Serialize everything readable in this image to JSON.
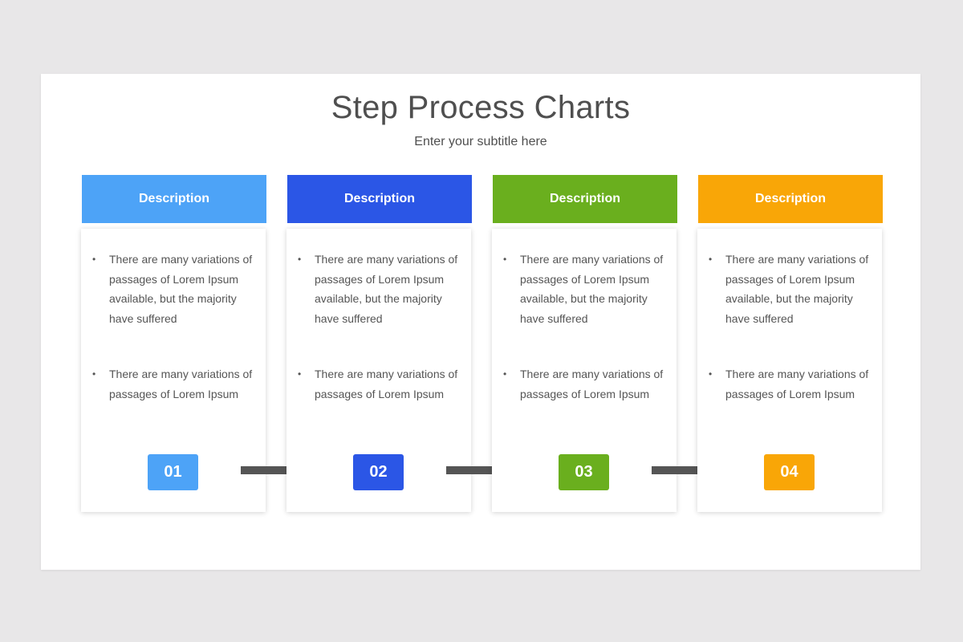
{
  "title": "Step Process Charts",
  "subtitle": "Enter your subtitle here",
  "steps": [
    {
      "header": "Description",
      "color": "#4da3f7",
      "number": "01",
      "bullets": [
        "There are many variations of passages of Lorem Ipsum available,  but the majority have suffered",
        "There are many variations of passages of Lorem Ipsum"
      ]
    },
    {
      "header": "Description",
      "color": "#2b56e6",
      "number": "02",
      "bullets": [
        "There are many variations of passages of Lorem Ipsum available, but the majority have suffered",
        "There are many variations of passages of Lorem Ipsum"
      ]
    },
    {
      "header": "Description",
      "color": "#6aaf1e",
      "number": "03",
      "bullets": [
        "There are many variations of passages of Lorem Ipsum available, but the majority have suffered",
        "There are many variations of passages of Lorem Ipsum"
      ]
    },
    {
      "header": "Description",
      "color": "#f9a607",
      "number": "04",
      "bullets": [
        "There are many variations of passages of Lorem Ipsum available, but the majority have suffered",
        "There are many variations of passages of Lorem Ipsum"
      ]
    }
  ],
  "arrow_color": "#555555",
  "bullet_icon": "bullet-dot"
}
